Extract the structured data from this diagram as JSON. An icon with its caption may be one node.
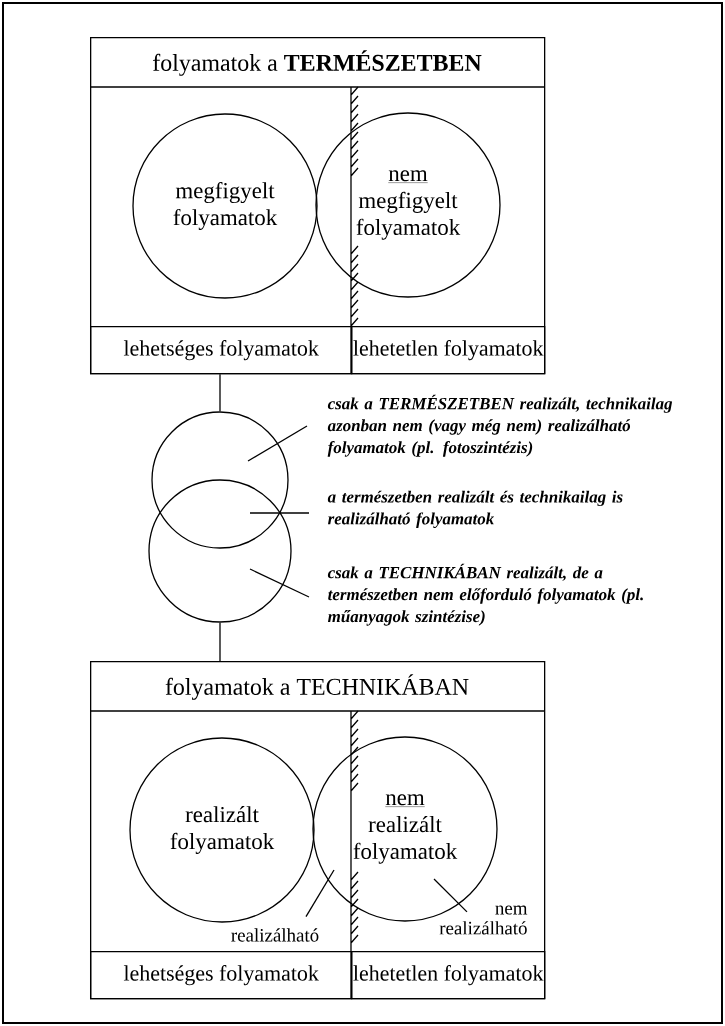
{
  "diagram": {
    "nodes": [
      {
        "text": [
          "folyamatok a **TERMÉSZETBEN**"
        ]
      },
      {
        "text": [
          "megfigyelt folyamatok"
        ],
        "in": 0
      },
      {
        "text": [
          "nem",
          "megfigyelt folyamatok"
        ],
        "in": 0
      },
      {
        "text": [
          "lehetséges folyamatok"
        ],
        "in": 0
      },
      {
        "text": [
          "lehetetlen folyamatok"
        ],
        "in": 0
      },
      {
        "text": [],
        "shape": "circle"
      },
      {
        "text": [],
        "shape": "circle"
      },
      {
        "text": [
          "csak a TERMÉSZETBEN realizált, technikailag azonban nem (vagy még nem) realizálható folyamatok (pl. fotoszintézis)"
        ]
      },
      {
        "text": [
          "a természetben realizált és technikailag is realizálható folyamatok"
        ]
      },
      {
        "text": [
          "csak a TECHNIKÁBAN realizált, de a természetben nem előforduló folyamatok (pl. műanyagok szintézise)"
        ]
      },
      {
        "text": [
          "folyamatok a TECHNIKÁBAN"
        ]
      },
      {
        "text": [
          "realizált folyamatok"
        ],
        "in": 10
      },
      {
        "text": [
          "nem",
          "realizált folyamatok"
        ],
        "in": 10
      },
      {
        "text": [
          "realizálható"
        ],
        "in": 10
      },
      {
        "text": [
          "nem realizálható"
        ],
        "in": 10
      },
      {
        "text": [
          "lehetséges folyamatok"
        ],
        "in": 10
      },
      {
        "text": [
          "lehetetlen folyamatok"
        ],
        "in": 10
      }
    ],
    "edges": [
      {
        "from": 0,
        "to": 5,
        "arrow": "none"
      },
      {
        "from": 7,
        "to": 5,
        "arrow": "none"
      },
      {
        "from": 8,
        "to": 5,
        "arrow": "none"
      },
      {
        "from": 9,
        "to": 6,
        "arrow": "none"
      },
      {
        "from": 6,
        "to": 10,
        "arrow": "none"
      },
      {
        "from": 13,
        "to": 12,
        "arrow": "none"
      },
      {
        "from": 14,
        "to": 12,
        "arrow": "none"
      }
    ]
  }
}
